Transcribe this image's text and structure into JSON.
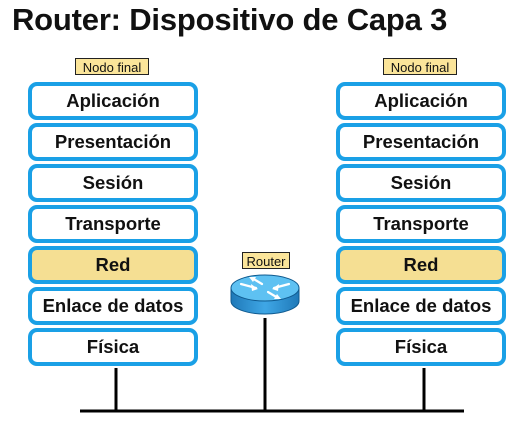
{
  "title": "Router: Dispositivo de Capa 3",
  "left_node": {
    "tag": "Nodo final",
    "layers": [
      "Aplicación",
      "Presentación",
      "Sesión",
      "Transporte",
      "Red",
      "Enlace de datos",
      "Física"
    ]
  },
  "router": {
    "tag": "Router",
    "icon": "router-icon"
  },
  "right_node": {
    "tag": "Nodo final",
    "layers": [
      "Aplicación",
      "Presentación",
      "Sesión",
      "Transporte",
      "Red",
      "Enlace de datos",
      "Física"
    ]
  },
  "highlighted_layer": "Red",
  "colors": {
    "layer_border": "#1aa0e6",
    "highlight": "#f5df93",
    "tag_bg": "#fbe59a"
  }
}
